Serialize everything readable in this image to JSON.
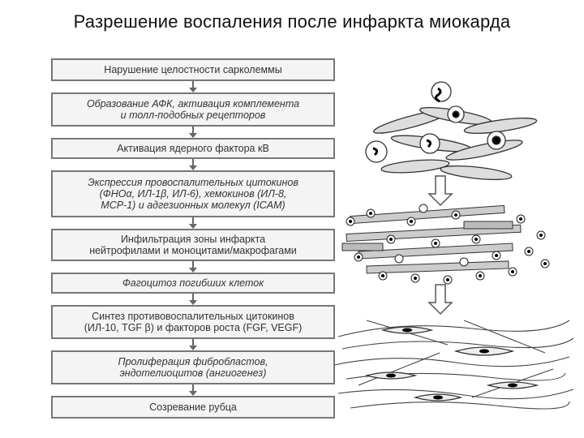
{
  "title": "Разрешение воспаления после инфаркта миокарда",
  "steps": [
    {
      "text": "Нарушение целостности сарколеммы"
    },
    {
      "text": "Образование АФК, активация комплемента\nи толл-подобных рецепторов"
    },
    {
      "text": "Активация ядерного фактора кВ"
    },
    {
      "text": "Экспрессия провоспалительных цитокинов\n(ФНОα, ИЛ-1β, ИЛ-6), хемокинов (ИЛ-8,\nMCP-1) и адгезионных молекул (ICAM)"
    },
    {
      "text": "Инфильтрация зоны инфаркта\nнейтрофилами и моноцитами/макрофагами"
    },
    {
      "text": "Фагоцитоз погибших клеток"
    },
    {
      "text": "Синтез противовоспалительных цитокинов\n(ИЛ-10, TGF β) и факторов роста (FGF, VEGF)"
    },
    {
      "text": "Пролиферация фибробластов,\nэндотелиоцитов (ангиогенез)"
    },
    {
      "text": "Созревание рубца"
    }
  ]
}
